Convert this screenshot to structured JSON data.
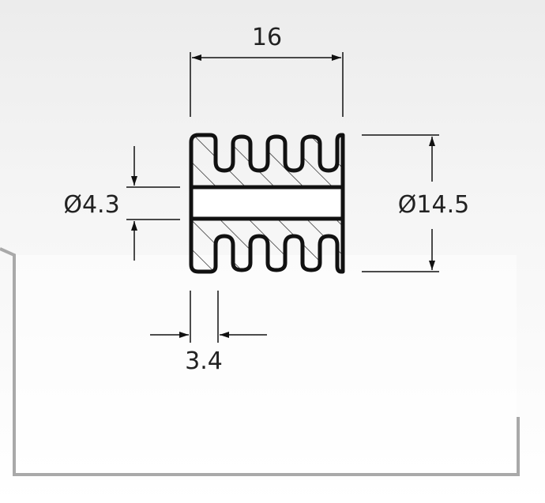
{
  "drawing": {
    "dimensions": {
      "width": "16",
      "bore_diameter": "Ø4.3",
      "outer_diameter": "Ø14.5",
      "flange_thickness": "3.4"
    },
    "colors": {
      "line": "#111111",
      "text": "#222222",
      "background": "#ffffff",
      "frame": "#a9a9a9"
    }
  }
}
